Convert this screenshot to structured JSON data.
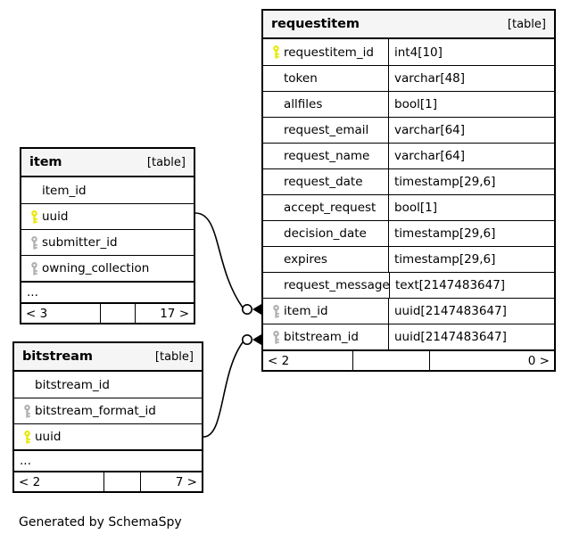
{
  "caption": "Generated by SchemaSpy",
  "table_tag": "[table]",
  "ellipsis": "...",
  "icons": {
    "primary_key": "key-icon-primary",
    "foreign_key": "key-icon-foreign"
  },
  "colors": {
    "primary_key": "#e8e80a",
    "foreign_key": "#b0b0b0",
    "border": "#000000",
    "header_bg": "#f5f5f5",
    "background": "#ffffff"
  },
  "tables": [
    {
      "id": "requestitem",
      "name": "requestitem",
      "tag": "[table]",
      "has_type_column": true,
      "columns": [
        {
          "name": "requestitem_id",
          "type": "int4[10]",
          "key": "primary"
        },
        {
          "name": "token",
          "type": "varchar[48]",
          "key": "none"
        },
        {
          "name": "allfiles",
          "type": "bool[1]",
          "key": "none"
        },
        {
          "name": "request_email",
          "type": "varchar[64]",
          "key": "none"
        },
        {
          "name": "request_name",
          "type": "varchar[64]",
          "key": "none"
        },
        {
          "name": "request_date",
          "type": "timestamp[29,6]",
          "key": "none"
        },
        {
          "name": "accept_request",
          "type": "bool[1]",
          "key": "none"
        },
        {
          "name": "decision_date",
          "type": "timestamp[29,6]",
          "key": "none"
        },
        {
          "name": "expires",
          "type": "timestamp[29,6]",
          "key": "none"
        },
        {
          "name": "request_message",
          "type": "text[2147483647]",
          "key": "none"
        },
        {
          "name": "item_id",
          "type": "uuid[2147483647]",
          "key": "foreign"
        },
        {
          "name": "bitstream_id",
          "type": "uuid[2147483647]",
          "key": "foreign"
        }
      ],
      "show_ellipsis": false,
      "footer": {
        "left": "< 2",
        "middle": "",
        "right": "0 >"
      }
    },
    {
      "id": "item",
      "name": "item",
      "tag": "[table]",
      "has_type_column": false,
      "columns": [
        {
          "name": "item_id",
          "type": "",
          "key": "none"
        },
        {
          "name": "uuid",
          "type": "",
          "key": "primary"
        },
        {
          "name": "submitter_id",
          "type": "",
          "key": "foreign"
        },
        {
          "name": "owning_collection",
          "type": "",
          "key": "foreign"
        }
      ],
      "show_ellipsis": true,
      "footer": {
        "left": "< 3",
        "middle": "",
        "right": "17 >"
      }
    },
    {
      "id": "bitstream",
      "name": "bitstream",
      "tag": "[table]",
      "has_type_column": false,
      "columns": [
        {
          "name": "bitstream_id",
          "type": "",
          "key": "none"
        },
        {
          "name": "bitstream_format_id",
          "type": "",
          "key": "foreign"
        },
        {
          "name": "uuid",
          "type": "",
          "key": "primary"
        }
      ],
      "show_ellipsis": true,
      "footer": {
        "left": "< 2",
        "middle": "",
        "right": "7 >"
      }
    }
  ],
  "relationships": [
    {
      "from_table": "item",
      "from_column": "uuid",
      "to_table": "requestitem",
      "to_column": "item_id"
    },
    {
      "from_table": "bitstream",
      "from_column": "uuid",
      "to_table": "requestitem",
      "to_column": "bitstream_id"
    }
  ]
}
